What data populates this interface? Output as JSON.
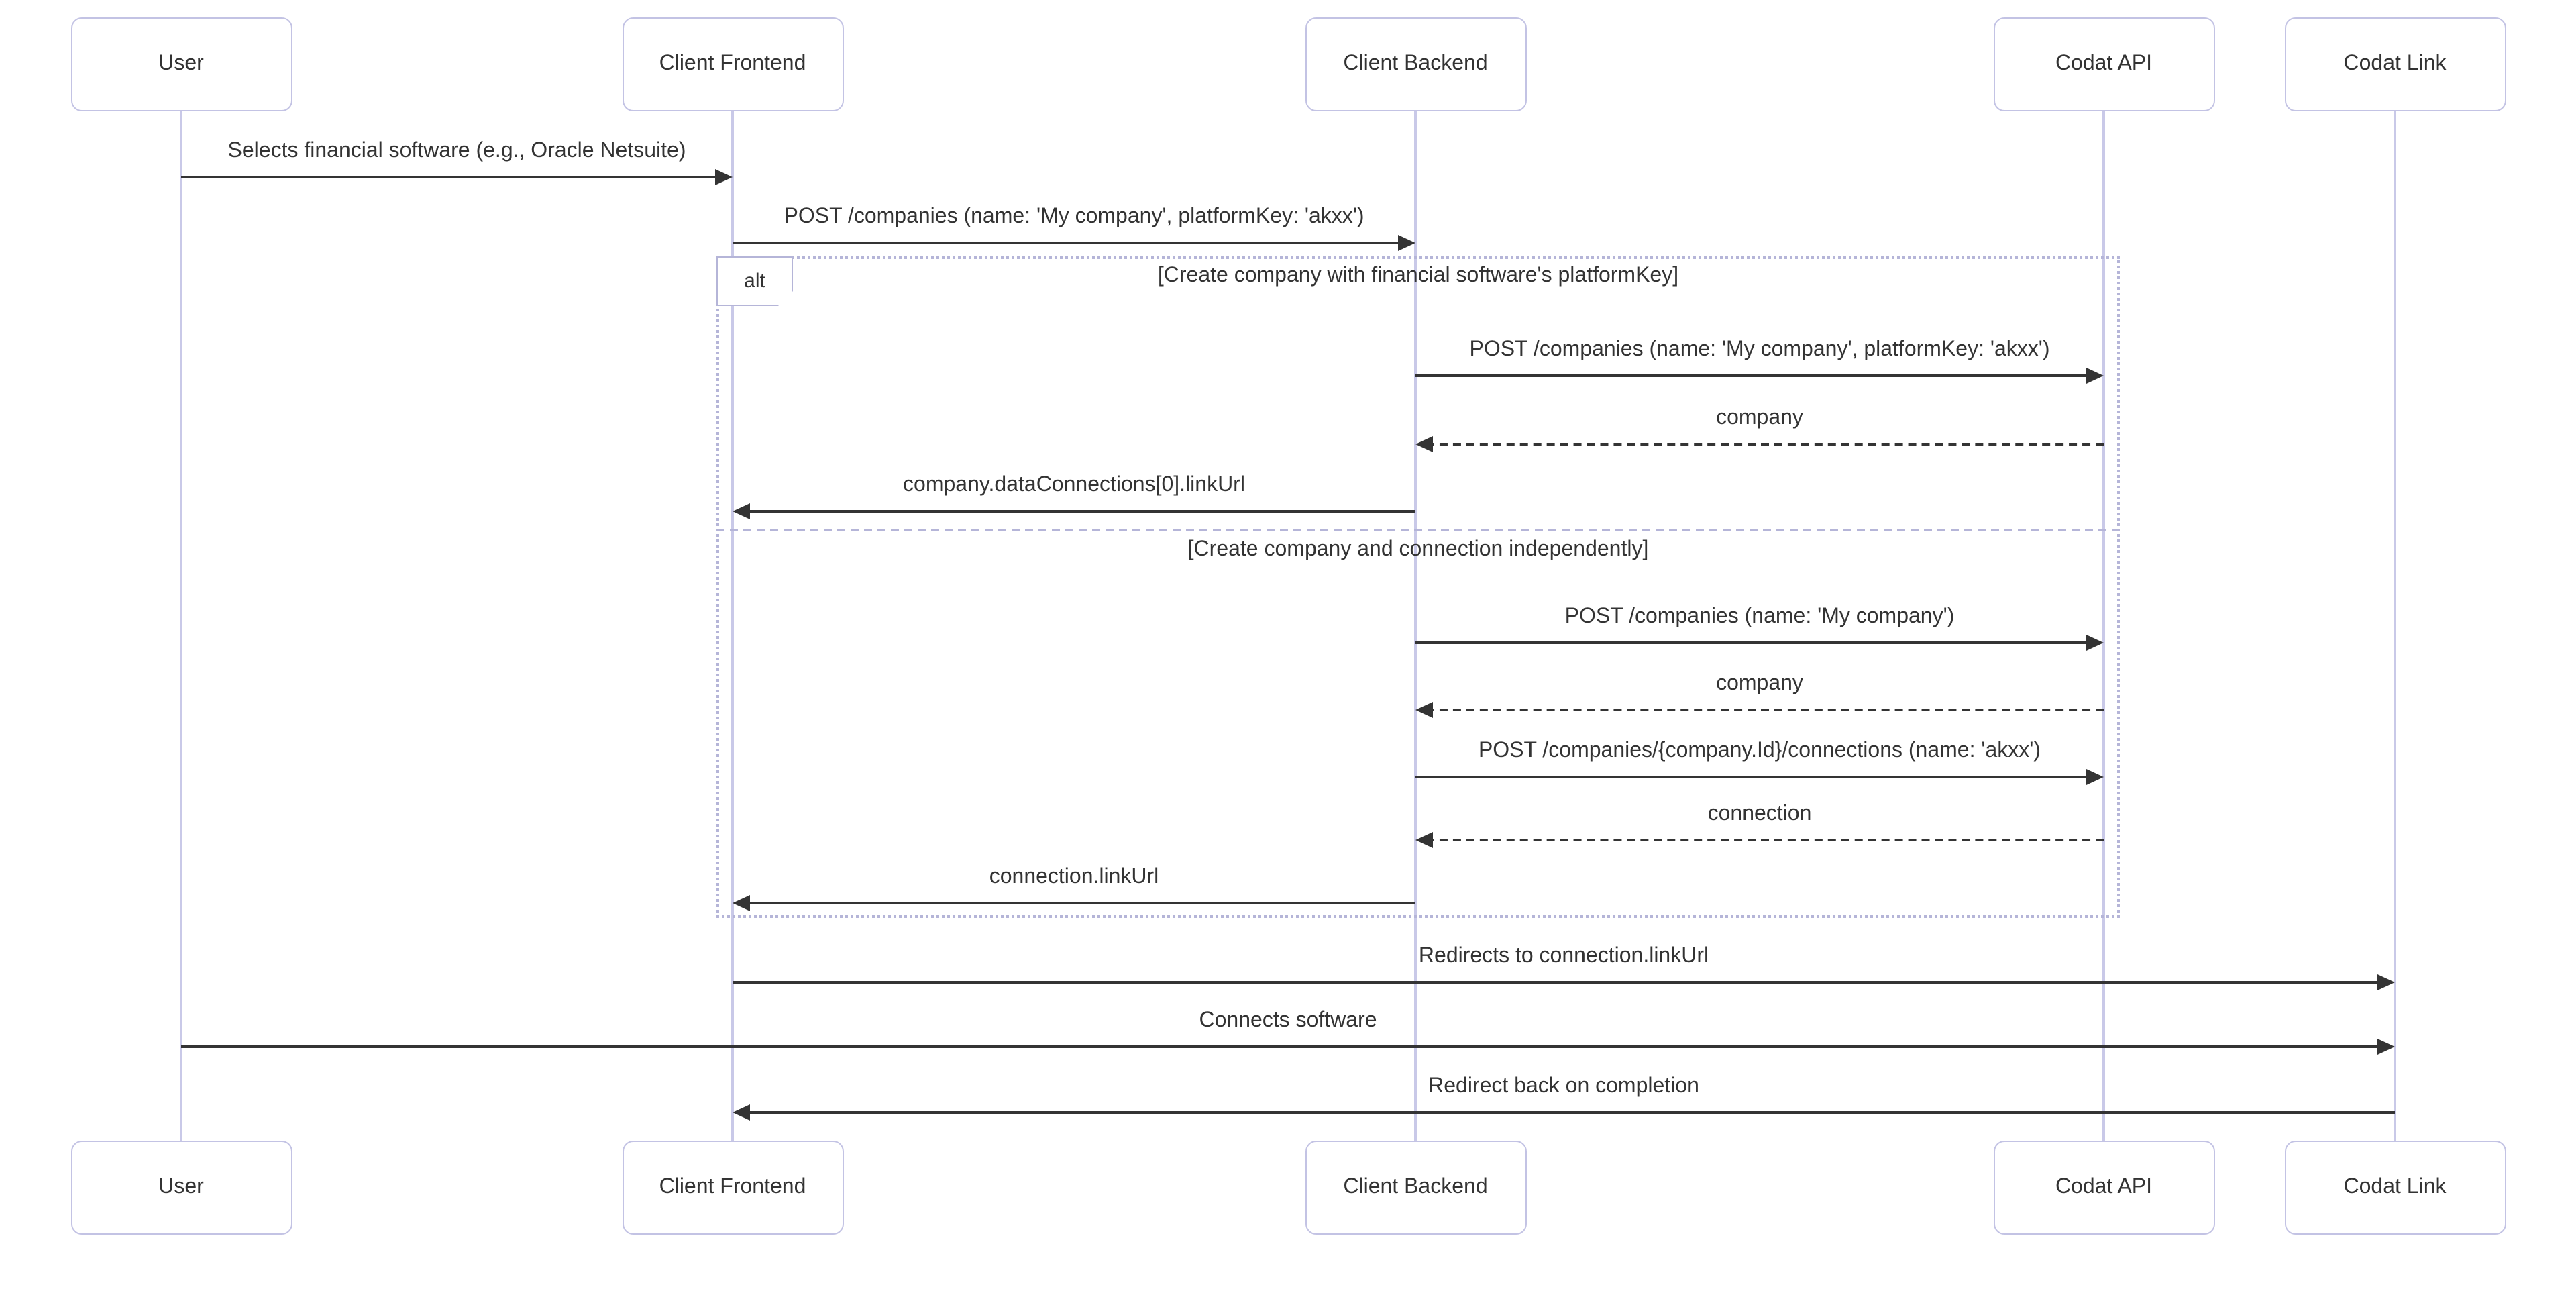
{
  "participants": [
    "User",
    "Client Frontend",
    "Client Backend",
    "Codat API",
    "Codat Link"
  ],
  "messages": [
    {
      "from": 0,
      "to": 1,
      "label": "Selects financial software (e.g., Oracle Netsuite)",
      "line": "solid"
    },
    {
      "from": 1,
      "to": 2,
      "label": "POST /companies (name: 'My company', platformKey: 'akxx')",
      "line": "solid"
    },
    {
      "from": 2,
      "to": 3,
      "label": "POST /companies (name: 'My company', platformKey: 'akxx')",
      "line": "solid"
    },
    {
      "from": 3,
      "to": 2,
      "label": "company",
      "line": "dashed"
    },
    {
      "from": 2,
      "to": 1,
      "label": "company.dataConnections[0].linkUrl",
      "line": "solid"
    },
    {
      "from": 2,
      "to": 3,
      "label": "POST /companies (name: 'My company')",
      "line": "solid"
    },
    {
      "from": 3,
      "to": 2,
      "label": "company",
      "line": "dashed"
    },
    {
      "from": 2,
      "to": 3,
      "label": "POST /companies/{company.Id}/connections (name: 'akxx')",
      "line": "solid"
    },
    {
      "from": 3,
      "to": 2,
      "label": "connection",
      "line": "dashed"
    },
    {
      "from": 2,
      "to": 1,
      "label": "connection.linkUrl",
      "line": "solid"
    },
    {
      "from": 1,
      "to": 4,
      "label": "Redirects to connection.linkUrl",
      "line": "solid"
    },
    {
      "from": 0,
      "to": 4,
      "label": "Connects software",
      "line": "solid"
    },
    {
      "from": 4,
      "to": 1,
      "label": "Redirect back on completion",
      "line": "solid"
    }
  ],
  "alt_frame": {
    "label": "alt",
    "conditions": [
      "[Create company with financial software's platformKey]",
      "[Create company and connection independently]"
    ]
  },
  "colors": {
    "background": "#ffffff",
    "participant_border": "#c3c3e4",
    "lifeline": "#c9c9e8",
    "frame_border": "#b5b5d8",
    "arrow": "#343434",
    "text": "#333333"
  }
}
